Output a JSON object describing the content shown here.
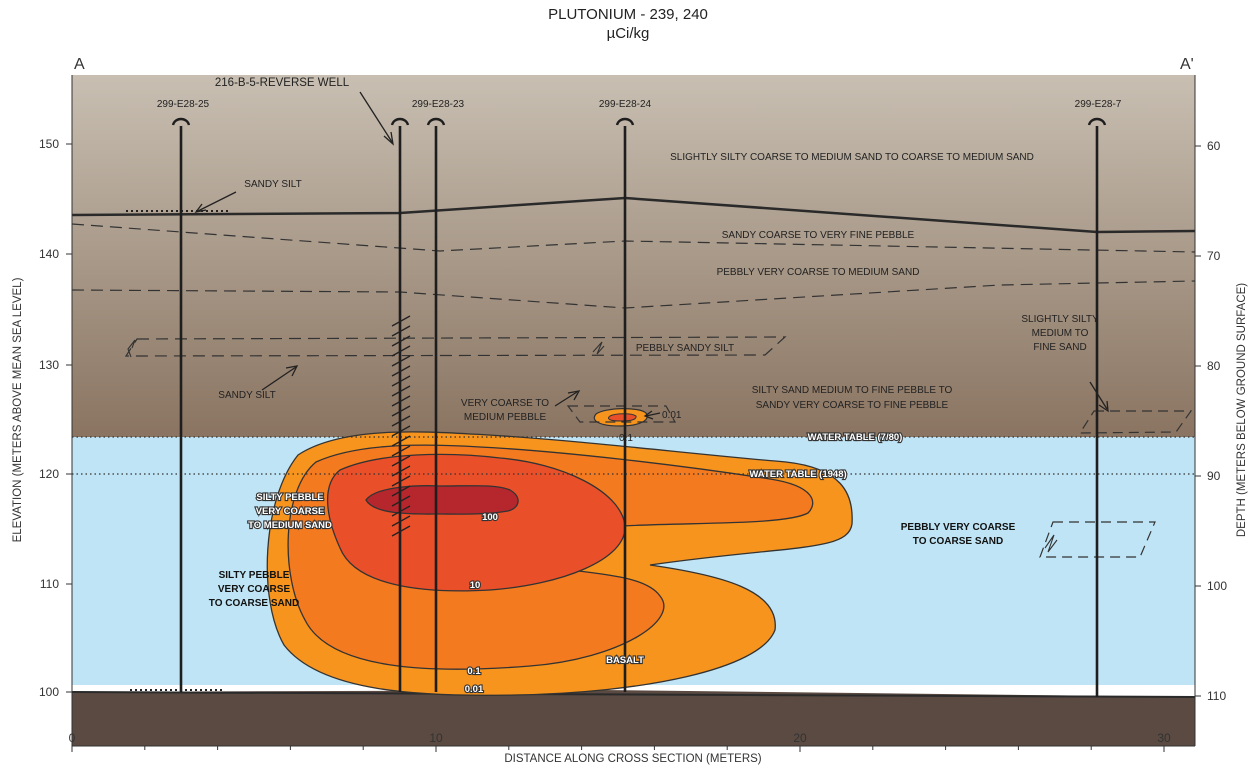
{
  "diagram": {
    "title": "PLUTONIUM - 239, 240",
    "subtitle": "µCi/kg",
    "corner_left": "A",
    "corner_right": "A'",
    "left_axis_label": "ELEVATION (METERS ABOVE MEAN SEA LEVEL)",
    "right_axis_label": "DEPTH (METERS BELOW GROUND SURFACE)",
    "bottom_axis_label": "DISTANCE ALONG CROSS SECTION (METERS)",
    "left_ticks": [
      "150",
      "140",
      "130",
      "120",
      "110",
      "100"
    ],
    "right_ticks": [
      "60",
      "70",
      "80",
      "90",
      "100",
      "110"
    ],
    "bottom_ticks": [
      "0",
      "10",
      "20",
      "30"
    ],
    "wells": [
      "299-E28-25",
      "299-E28-23",
      "299-E28-24",
      "299-E28-7"
    ],
    "reverse_well": "216-B-5-REVERSE WELL",
    "layers": {
      "top": "SLIGHTLY SILTY COARSE TO MEDIUM SAND TO COARSE TO MEDIUM SAND",
      "sandy_silt_top": "SANDY SILT",
      "sandy_coarse": "SANDY COARSE TO VERY FINE PEBBLE",
      "pebbly_very_coarse": "PEBBLY VERY COARSE TO MEDIUM SAND",
      "pebbly_sandy_silt": "PEBBLY SANDY SILT",
      "sandy_silt_lower": "SANDY SILT",
      "slightly_silty_1": "SLIGHTLY SILTY",
      "slightly_silty_2": "MEDIUM TO",
      "slightly_silty_3": "FINE SAND",
      "silty_sand_1": "SILTY SAND MEDIUM TO FINE PEBBLE TO",
      "silty_sand_2": "SANDY VERY COARSE TO FINE PEBBLE",
      "very_coarse_1": "VERY COARSE TO",
      "very_coarse_2": "MEDIUM PEBBLE",
      "water_table_1980": "WATER TABLE (7/80)",
      "water_table_1948": "WATER TABLE (1948)",
      "silty_pebble_a1": "SILTY PEBBLE",
      "silty_pebble_a2": "VERY COARSE",
      "silty_pebble_a3": "TO MEDIUM SAND",
      "silty_pebble_b1": "SILTY PEBBLE",
      "silty_pebble_b2": "VERY COARSE",
      "silty_pebble_b3": "TO COARSE SAND",
      "pebbly_right_1": "PEBBLY VERY COARSE",
      "pebbly_right_2": "TO COARSE SAND",
      "basalt": "BASALT"
    },
    "contours": [
      "100",
      "10",
      "0.1",
      "0.01",
      "0.01",
      "0.1"
    ],
    "colors": {
      "sediment_top": "#c8bfb2",
      "sediment_bottom": "#8a7461",
      "water": "#bfe4f5",
      "basalt": "#5a4a42",
      "contour_001": "#f7941d",
      "contour_01": "#f47a20",
      "contour_10": "#e9502a",
      "contour_100": "#b5272d"
    }
  }
}
